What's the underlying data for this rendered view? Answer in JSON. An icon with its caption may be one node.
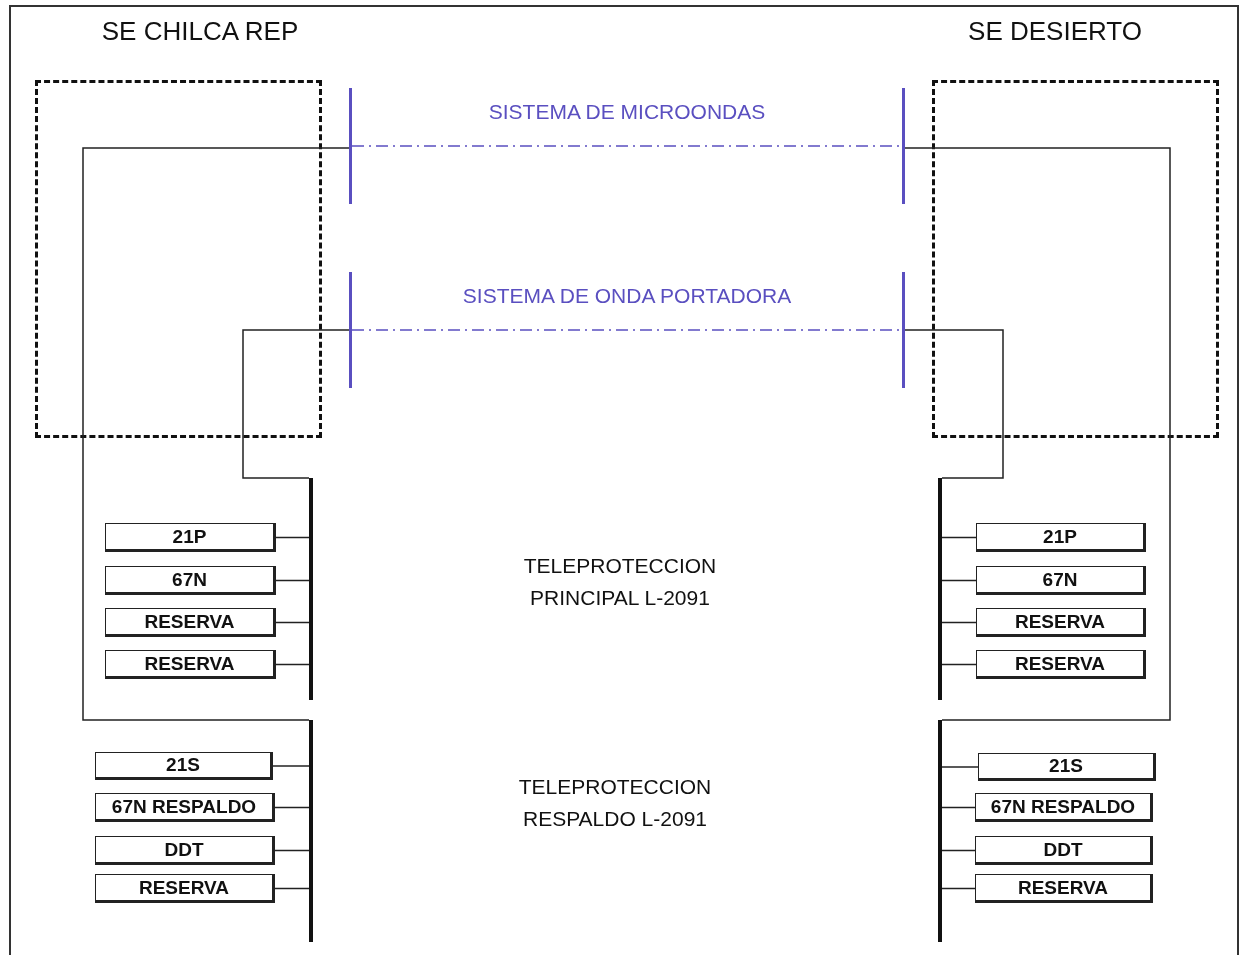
{
  "diagram": {
    "nodes": [
      {
        "text": [],
        "shape": "bar"
      },
      {
        "text": [],
        "shape": "bar"
      },
      {
        "text": [],
        "shape": "bar"
      },
      {
        "text": [],
        "shape": "bar"
      },
      {
        "text": [],
        "shape": "bar"
      },
      {
        "text": [
          "21P"
        ]
      },
      {
        "text": [
          "67N"
        ]
      },
      {
        "text": [
          "RESERVA"
        ]
      },
      {
        "text": [
          "RESERVA"
        ]
      },
      {
        "text": [],
        "shape": "bar"
      },
      {
        "text": [
          "21S"
        ]
      },
      {
        "text": [
          "67N RESPALDO"
        ]
      },
      {
        "text": [
          "DDT"
        ]
      },
      {
        "text": [
          "RESERVA"
        ]
      },
      {
        "text": [],
        "shape": "bar"
      },
      {
        "text": [
          "21P"
        ]
      },
      {
        "text": [
          "67N"
        ]
      },
      {
        "text": [
          "RESERVA"
        ]
      },
      {
        "text": [
          "RESERVA"
        ]
      },
      {
        "text": [],
        "shape": "bar"
      },
      {
        "text": [
          "21S"
        ]
      },
      {
        "text": [
          "67N RESPALDO"
        ]
      },
      {
        "text": [
          "DDT"
        ]
      },
      {
        "text": [
          "RESERVA"
        ]
      }
    ],
    "edges": [
      {
        "from": 0,
        "to": 1,
        "arrow": "none",
        "label": "SISTEMA DE MICROONDAS",
        "style": "dashed",
        "color": "#5a4fc0"
      },
      {
        "from": 2,
        "to": 3,
        "arrow": "none",
        "label": "SISTEMA DE ONDA PORTADORA",
        "style": "dashed",
        "color": "#5a4fc0"
      },
      {
        "from": 9,
        "to": 0,
        "arrow": "none"
      },
      {
        "from": 4,
        "to": 2,
        "arrow": "none"
      },
      {
        "from": 19,
        "to": 1,
        "arrow": "none"
      },
      {
        "from": 14,
        "to": 3,
        "arrow": "none"
      },
      {
        "from": 5,
        "to": 4,
        "arrow": "none"
      },
      {
        "from": 6,
        "to": 4,
        "arrow": "none"
      },
      {
        "from": 7,
        "to": 4,
        "arrow": "none"
      },
      {
        "from": 8,
        "to": 4,
        "arrow": "none"
      },
      {
        "from": 10,
        "to": 9,
        "arrow": "none"
      },
      {
        "from": 11,
        "to": 9,
        "arrow": "none"
      },
      {
        "from": 12,
        "to": 9,
        "arrow": "none"
      },
      {
        "from": 13,
        "to": 9,
        "arrow": "none"
      },
      {
        "from": 15,
        "to": 14,
        "arrow": "none"
      },
      {
        "from": 16,
        "to": 14,
        "arrow": "none"
      },
      {
        "from": 17,
        "to": 14,
        "arrow": "none"
      },
      {
        "from": 18,
        "to": 14,
        "arrow": "none"
      },
      {
        "from": 20,
        "to": 19,
        "arrow": "none"
      },
      {
        "from": 21,
        "to": 19,
        "arrow": "none"
      },
      {
        "from": 22,
        "to": 19,
        "arrow": "none"
      },
      {
        "from": 23,
        "to": 19,
        "arrow": "none"
      }
    ],
    "labels": [
      "SE CHILCA REP",
      "SE DESIERTO",
      "TELEPROTECCION PRINCIPAL L-2091",
      "TELEPROTECCION RESPALDO L-2091"
    ]
  }
}
